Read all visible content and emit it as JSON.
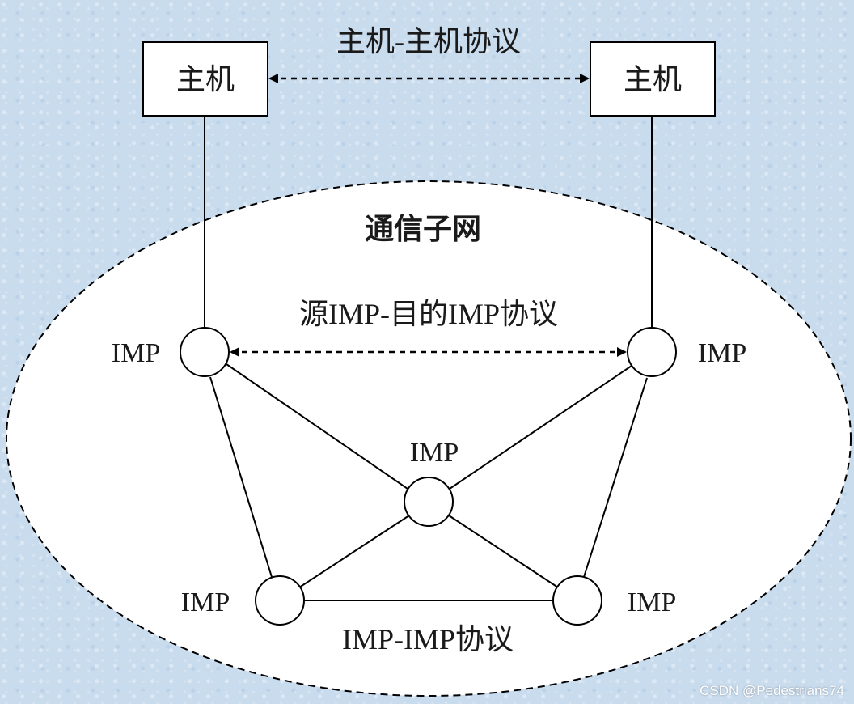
{
  "hosts": {
    "left": "主机",
    "right": "主机"
  },
  "protocols": {
    "host_to_host": "主机-主机协议",
    "source_dest": "源IMP-目的IMP协议",
    "imp_imp": "IMP-IMP协议"
  },
  "subnet_label": "通信子网",
  "imps": {
    "upper_left": "IMP",
    "upper_right": "IMP",
    "center": "IMP",
    "lower_left": "IMP",
    "lower_right": "IMP"
  },
  "watermark": "CSDN @Pedestrians74"
}
